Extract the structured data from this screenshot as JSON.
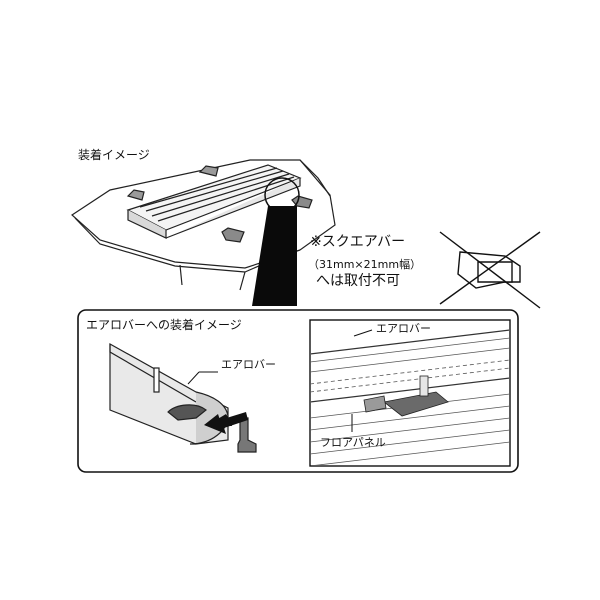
{
  "install_image_label": "装着イメージ",
  "square_bar_note": {
    "line1": "※スクエアバー",
    "line2": "（31mm×21mm幅）",
    "line3": "へは取付不可"
  },
  "aero_panel": {
    "title": "エアロバーへの装着イメージ",
    "bar_label_left": "エアロバー",
    "bar_label_right": "エアロバー",
    "floor_panel_label": "フロアパネル"
  }
}
